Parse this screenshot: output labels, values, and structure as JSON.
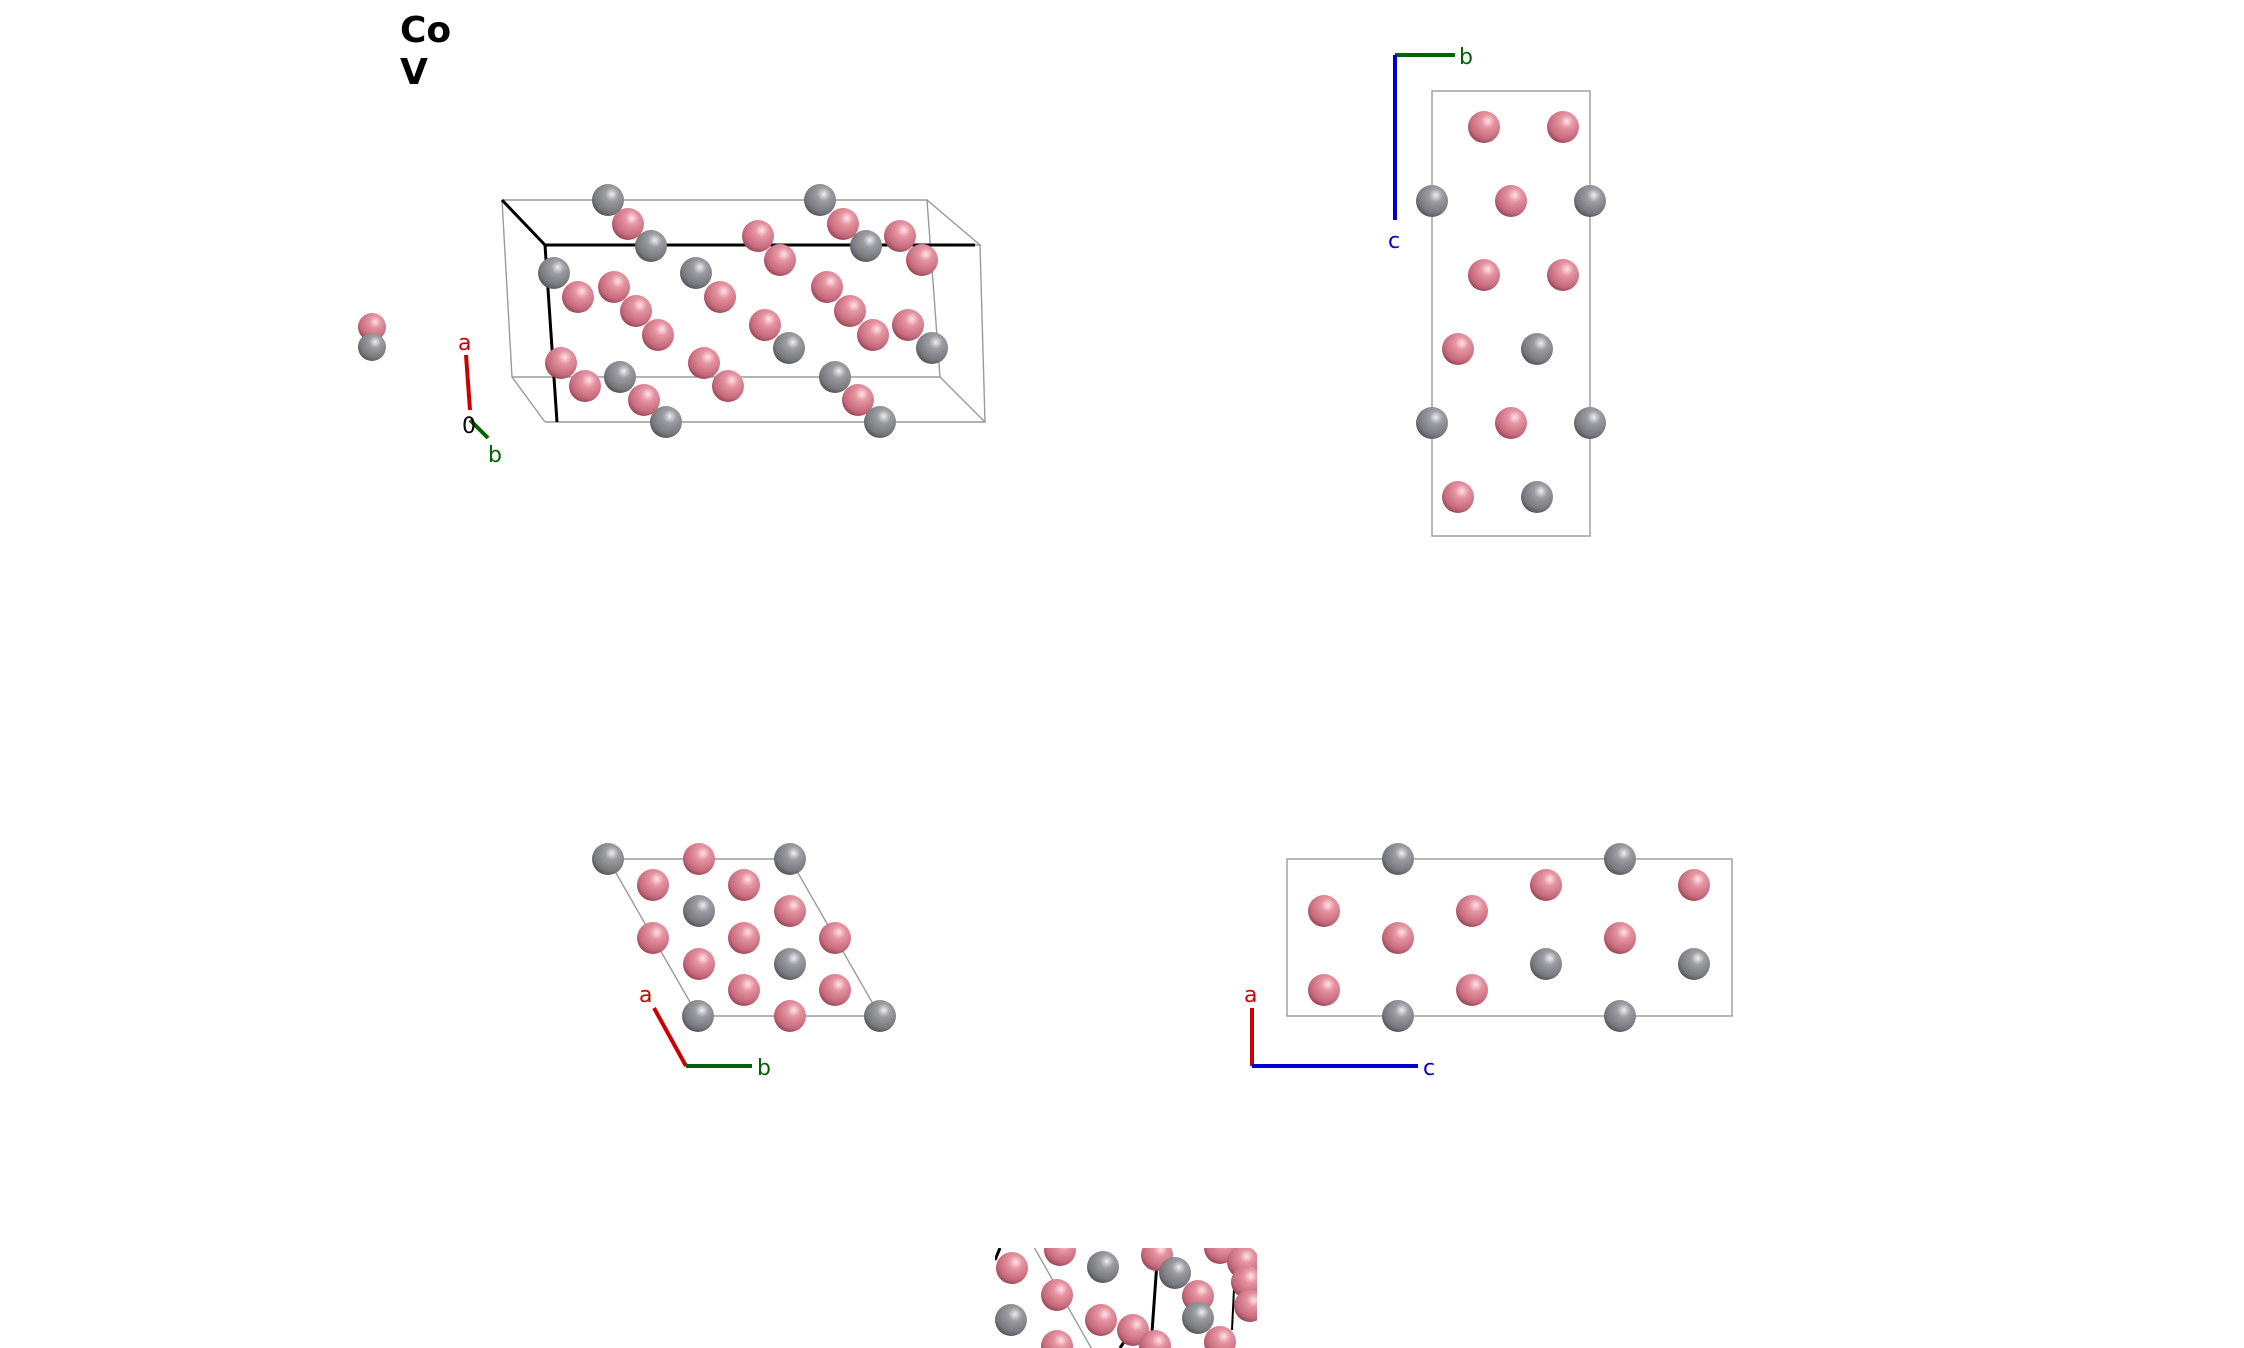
{
  "legend": {
    "species": [
      "Co",
      "V"
    ]
  },
  "colors": {
    "Co": "#d47585",
    "V": "#86878c",
    "axis_a": "#cc0000",
    "axis_b": "#006400",
    "axis_c": "#0000cc",
    "cell": "#9a9a9a"
  },
  "axes": {
    "a_label": "a",
    "b_label": "b",
    "c_label": "c",
    "origin_label": "0"
  },
  "views": {
    "perspective": {
      "axes": [
        "a",
        "b"
      ]
    },
    "along_a": {
      "axes": [
        "b",
        "c"
      ]
    },
    "along_c": {
      "axes": [
        "a",
        "b"
      ]
    },
    "along_b": {
      "axes": [
        "a",
        "c"
      ]
    },
    "closeup": {}
  }
}
